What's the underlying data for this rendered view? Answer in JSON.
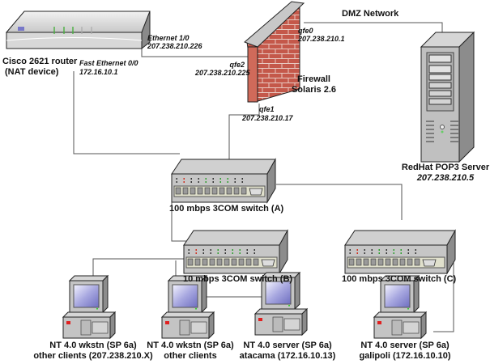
{
  "nodes": {
    "router": {
      "name": "Cisco 2621 router",
      "role": "(NAT device)"
    },
    "router_if_eth": {
      "name": "Ethernet 1/0",
      "ip": "207.238.210.226"
    },
    "router_if_fe": {
      "name": "Fast Ethernet 0/0",
      "ip": "172.16.10.1"
    },
    "firewall": {
      "name": "Firewall",
      "os": "Solaris 2.6"
    },
    "fw_qfe0": {
      "name": "qfe0",
      "ip": "207.238.210.1"
    },
    "fw_qfe1": {
      "name": "qfe1",
      "ip": "207.238.210.17"
    },
    "fw_qfe2": {
      "name": "qfe2",
      "ip": "207.238.210.225"
    },
    "dmz": {
      "name": "DMZ Network"
    },
    "pop3": {
      "name": "RedHat POP3 Server",
      "ip": "207.238.210.5"
    },
    "switch_a": {
      "name": "100 mbps 3COM switch (A)"
    },
    "switch_b": {
      "name": "10 mbps 3COM switch (B)"
    },
    "switch_c": {
      "name": "100 mbps 3COM switch (C)"
    },
    "pc1": {
      "line1": "NT 4.0 wkstn (SP 6a)",
      "line2": "other clients (207.238.210.X)"
    },
    "pc2": {
      "line1": "NT 4.0 wkstn (SP 6a)",
      "line2": "other clients"
    },
    "pc3": {
      "line1": "NT 4.0 server (SP 6a)",
      "line2": "atacama (172.16.10.13)"
    },
    "pc4": {
      "line1": "NT 4.0 server (SP 6a)",
      "line2": "galipoli (172.16.10.10)"
    }
  },
  "colors": {
    "wire": "#555555",
    "brick": "#c4584a",
    "screen": "#8f8fd0",
    "led_red": "#d03020",
    "led_green": "#30a030"
  }
}
